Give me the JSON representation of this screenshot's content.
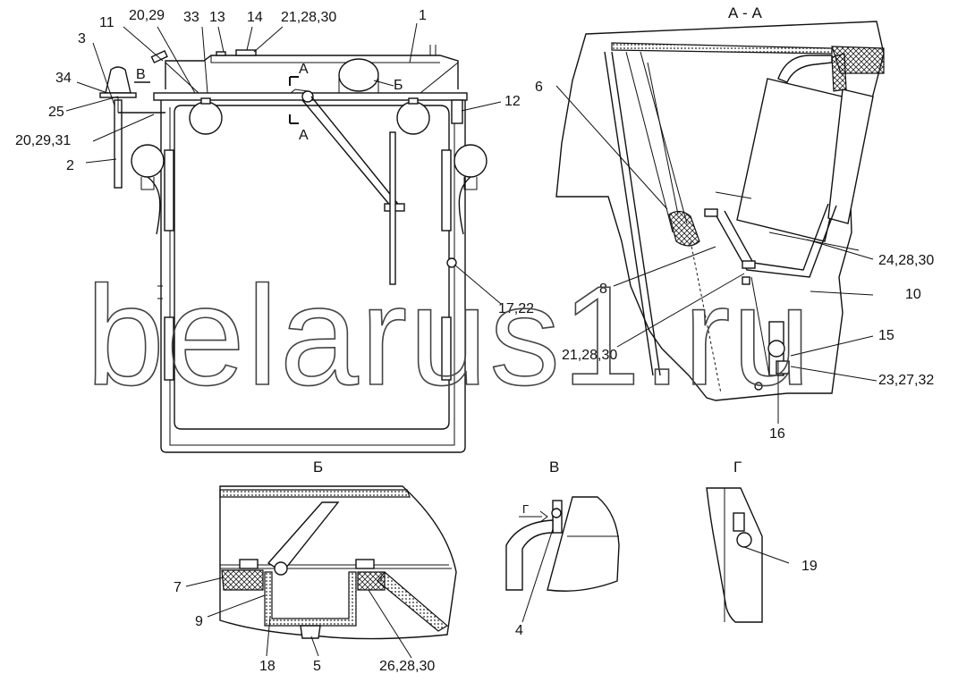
{
  "main_view": {
    "callouts": [
      "11",
      "20,29",
      "33",
      "13",
      "14",
      "21,28,30",
      "1",
      "3",
      "34",
      "25",
      "20,29,31",
      "2",
      "12",
      "17,22"
    ],
    "section_marks": [
      "А",
      "А"
    ],
    "view_refs": [
      "В",
      "Б"
    ]
  },
  "section_aa": {
    "title": "А - А",
    "callouts": [
      "6",
      "24,28,30",
      "8",
      "10",
      "21,28,30",
      "15",
      "23,27,32",
      "16"
    ]
  },
  "view_b": {
    "title": "Б",
    "callouts": [
      "7",
      "9",
      "18",
      "5",
      "26,28,30"
    ]
  },
  "view_v": {
    "title": "В",
    "callouts": [
      "Г",
      "4"
    ]
  },
  "view_g": {
    "title": "Г",
    "callouts": [
      "19"
    ]
  },
  "watermark": "belarus1.ru"
}
